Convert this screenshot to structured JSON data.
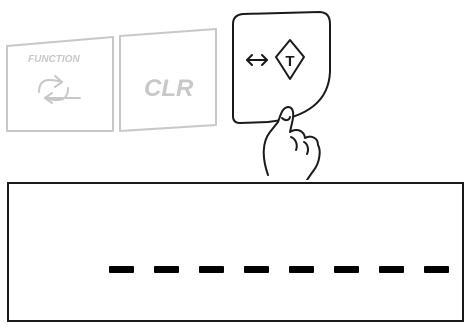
{
  "keys": {
    "function": {
      "label": "FUNCTION",
      "icon": "cycle-arrows-icon",
      "state": "inactive"
    },
    "clear": {
      "label": "CLR",
      "state": "inactive"
    },
    "tare": {
      "icon": "tare-icon",
      "glyph": "T",
      "state": "pressed"
    }
  },
  "pointer": {
    "icon": "finger-press-icon"
  },
  "display": {
    "segments": 8,
    "text": "- - - - - - - -"
  },
  "colors": {
    "inactive_key": "#c8c8c8",
    "active_key": "#1a1a1a",
    "dash": "#000000"
  }
}
